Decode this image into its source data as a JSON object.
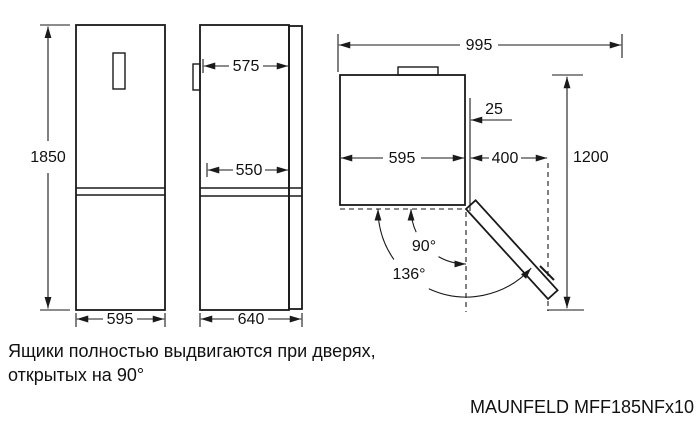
{
  "colors": {
    "background": "#ffffff",
    "line": "#1a1a1a",
    "text": "#111111"
  },
  "views": {
    "front": {
      "height_mm": "1850",
      "width_mm": "595"
    },
    "side": {
      "depth_no_door_mm": "575",
      "depth_inner_mm": "550",
      "depth_total_mm": "640"
    },
    "top": {
      "overall_width_mm": "995",
      "wall_gap_mm": "25",
      "width_mm": "595",
      "door_swing_mm": "400",
      "depth_door_open_mm": "1200",
      "angle_open": "90°",
      "angle_max": "136°"
    }
  },
  "caption": {
    "line1": "Ящики полностью выдвигаются при дверях,",
    "line2": "открытых на 90°"
  },
  "model_label": "MAUNFELD MFF185NFx10"
}
